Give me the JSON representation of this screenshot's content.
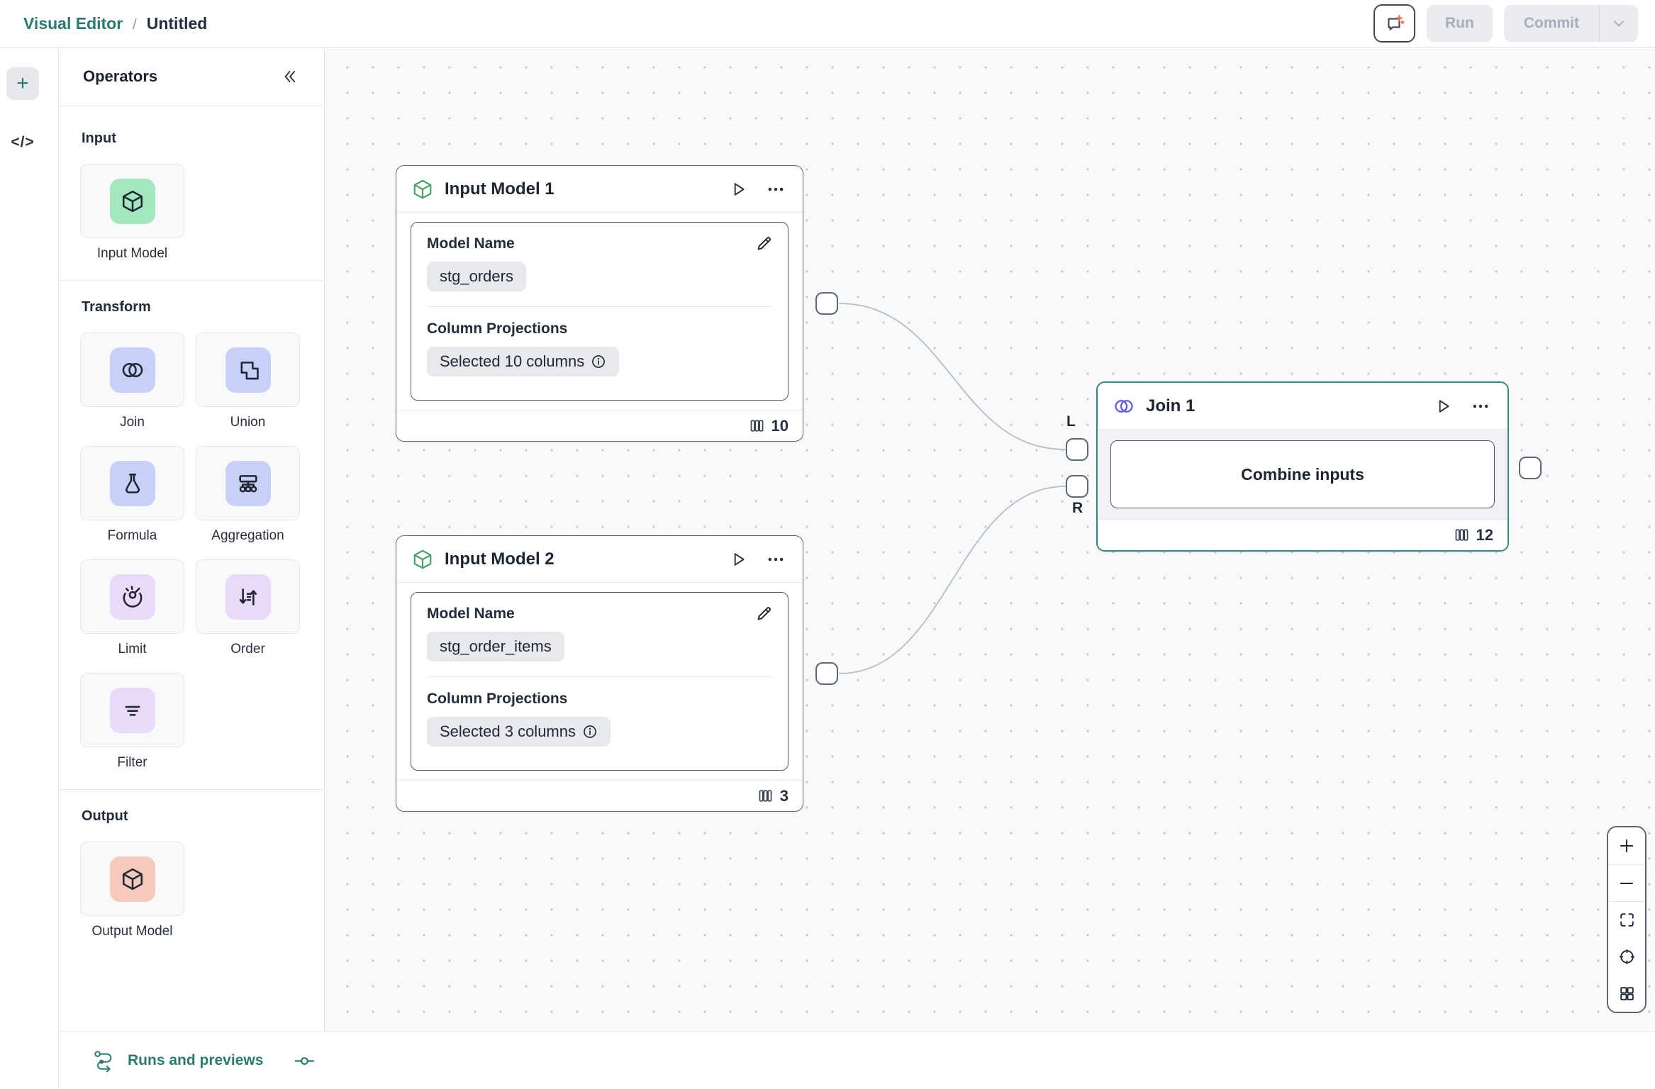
{
  "header": {
    "app_name": "Visual Editor",
    "breadcrumb_separator": "/",
    "document_title": "Untitled",
    "run_button": "Run",
    "commit_button": "Commit"
  },
  "rail": {
    "plus_glyph": "+",
    "code_glyph": "</>"
  },
  "operators": {
    "title": "Operators",
    "collapse_glyph": "«",
    "sections": [
      {
        "label": "Input",
        "items": [
          {
            "name": "Input Model",
            "icon": "cube-icon",
            "tile_color": "#a5e7bd"
          }
        ]
      },
      {
        "label": "Transform",
        "items": [
          {
            "name": "Join",
            "icon": "join-icon",
            "tile_color": "#c9d0f8"
          },
          {
            "name": "Union",
            "icon": "union-icon",
            "tile_color": "#c9d0f8"
          },
          {
            "name": "Formula",
            "icon": "flask-icon",
            "tile_color": "#c9d0f8"
          },
          {
            "name": "Aggregation",
            "icon": "aggregation-icon",
            "tile_color": "#c9d0f8"
          },
          {
            "name": "Limit",
            "icon": "gauge-icon",
            "tile_color": "#e9daf9"
          },
          {
            "name": "Order",
            "icon": "sort-arrows-icon",
            "tile_color": "#e9daf9"
          },
          {
            "name": "Filter",
            "icon": "filter-lines-icon",
            "tile_color": "#e9daf9"
          }
        ]
      },
      {
        "label": "Output",
        "items": [
          {
            "name": "Output Model",
            "icon": "cube-icon",
            "tile_color": "#f6c9bb"
          }
        ]
      }
    ]
  },
  "canvas": {
    "nodes": [
      {
        "title": "Input Model 1",
        "model_name_label": "Model Name",
        "model_name_value": "stg_orders",
        "projections_label": "Column Projections",
        "projections_value": "Selected 10 columns",
        "column_count": "10"
      },
      {
        "title": "Input Model 2",
        "model_name_label": "Model Name",
        "model_name_value": "stg_order_items",
        "projections_label": "Column Projections",
        "projections_value": "Selected 3 columns",
        "column_count": "3"
      },
      {
        "title": "Join 1",
        "body_button": "Combine inputs",
        "left_port_label": "L",
        "right_port_label": "R",
        "column_count": "12"
      }
    ]
  },
  "bottom_bar": {
    "runs_and_previews": "Runs and previews"
  },
  "colors": {
    "accent_teal": "#2b7a72",
    "selected_node_border": "#3a867e",
    "join_indigo": "#5a5bd8",
    "sparkle_orange": "#e8684a",
    "input_green": "#a5e7bd",
    "transform_blue": "#c9d0f8",
    "transform_purple": "#e9daf9",
    "output_salmon": "#f6c9bb",
    "node_header_cube_green": "#4da167"
  }
}
